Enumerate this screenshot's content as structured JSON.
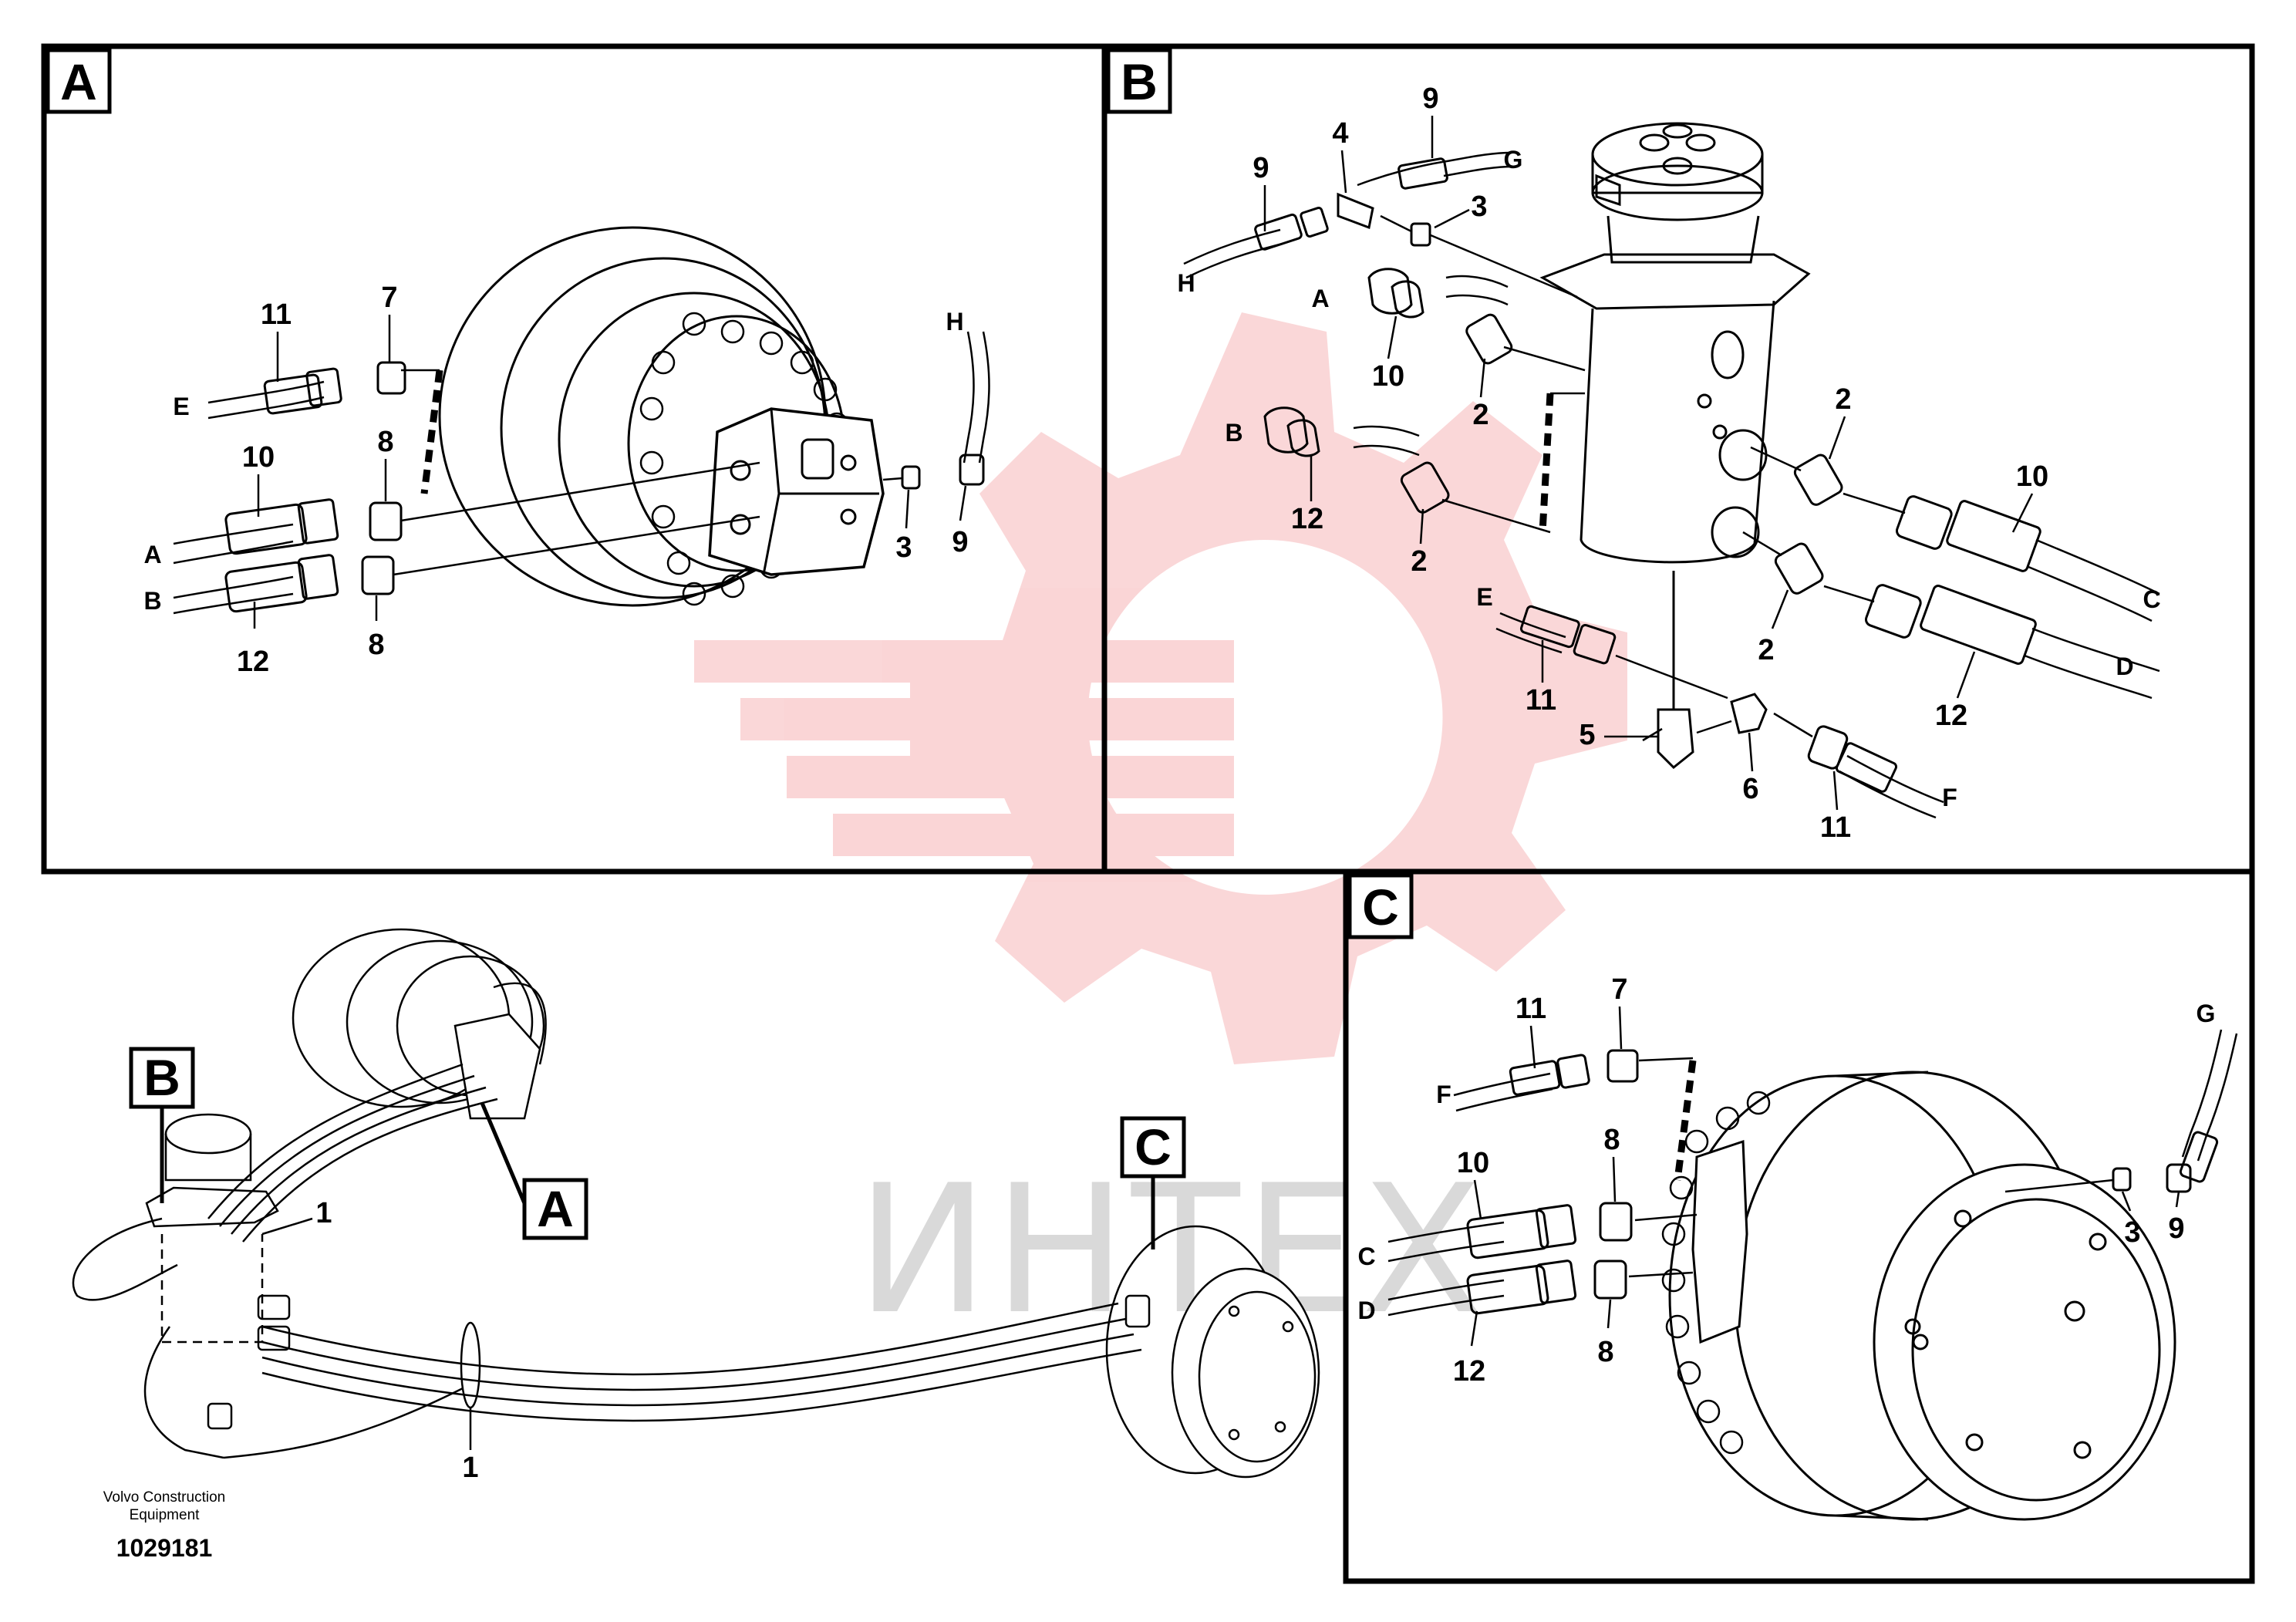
{
  "panels": {
    "A": {
      "letter": "A",
      "callouts": {
        "n11": "11",
        "n7": "7",
        "n10": "10",
        "n8a": "8",
        "n12": "12",
        "n8b": "8",
        "n3": "3",
        "n9": "9"
      },
      "ports": {
        "E": "E",
        "A": "A",
        "B": "B",
        "H": "H"
      }
    },
    "B": {
      "letter": "B",
      "callouts": {
        "n9a": "9",
        "n4": "4",
        "n9b": "9",
        "n3": "3",
        "n10a": "10",
        "n2a": "2",
        "n12a": "12",
        "n2b": "2",
        "n2c": "2",
        "n10b": "10",
        "n2d": "2",
        "n12b": "12",
        "n11a": "11",
        "n5": "5",
        "n6": "6",
        "n11b": "11"
      },
      "ports": {
        "H": "H",
        "G": "G",
        "A": "A",
        "B": "B",
        "C": "C",
        "D": "D",
        "E": "E",
        "F": "F"
      }
    },
    "C": {
      "letter": "C",
      "callouts": {
        "n11": "11",
        "n7": "7",
        "n10": "10",
        "n8a": "8",
        "n12": "12",
        "n8b": "8",
        "n3": "3",
        "n9": "9"
      },
      "ports": {
        "F": "F",
        "C": "C",
        "D": "D",
        "G": "G"
      }
    },
    "overview": {
      "tags": {
        "B": "B",
        "A": "A",
        "C": "C"
      },
      "callouts": {
        "n1a": "1",
        "n1b": "1"
      }
    }
  },
  "footer": {
    "org_line1": "Volvo Construction",
    "org_line2": "Equipment",
    "drawing_number": "1029181"
  },
  "watermark": {
    "text": "ИНТЕХ",
    "color": "#e8353a"
  }
}
